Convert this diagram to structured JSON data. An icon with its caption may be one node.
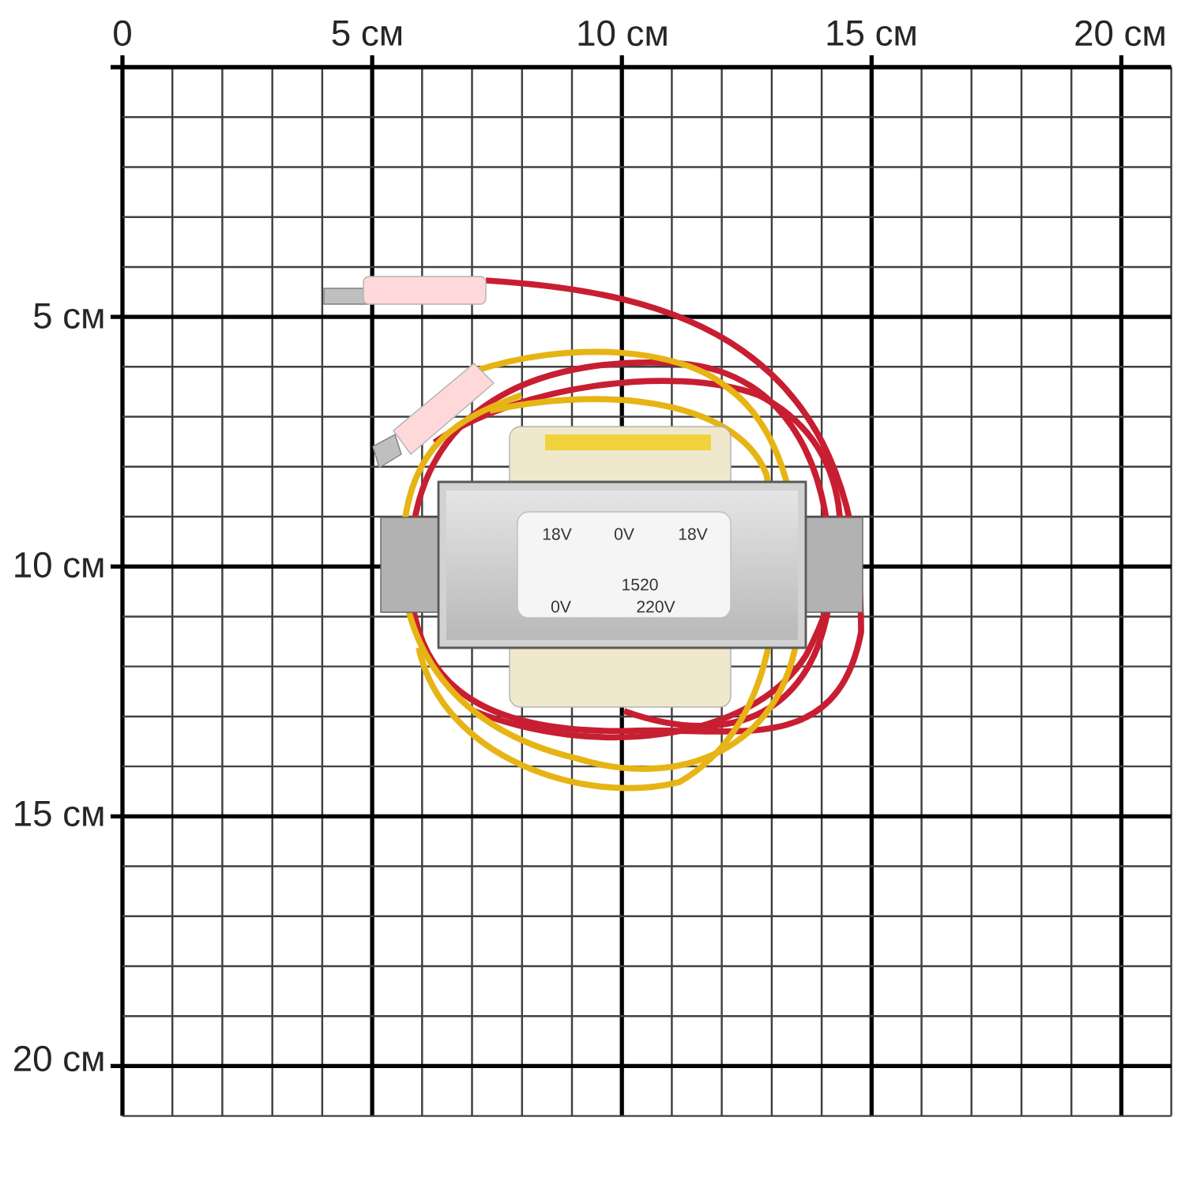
{
  "diagram": {
    "labels": [
      "0",
      "5 см",
      "10 см",
      "15 см",
      "20 см",
      "5 см",
      "10 см",
      "15 см",
      "20 см",
      "18V",
      "0V",
      "18V",
      "1520",
      "0V",
      "220V"
    ]
  }
}
